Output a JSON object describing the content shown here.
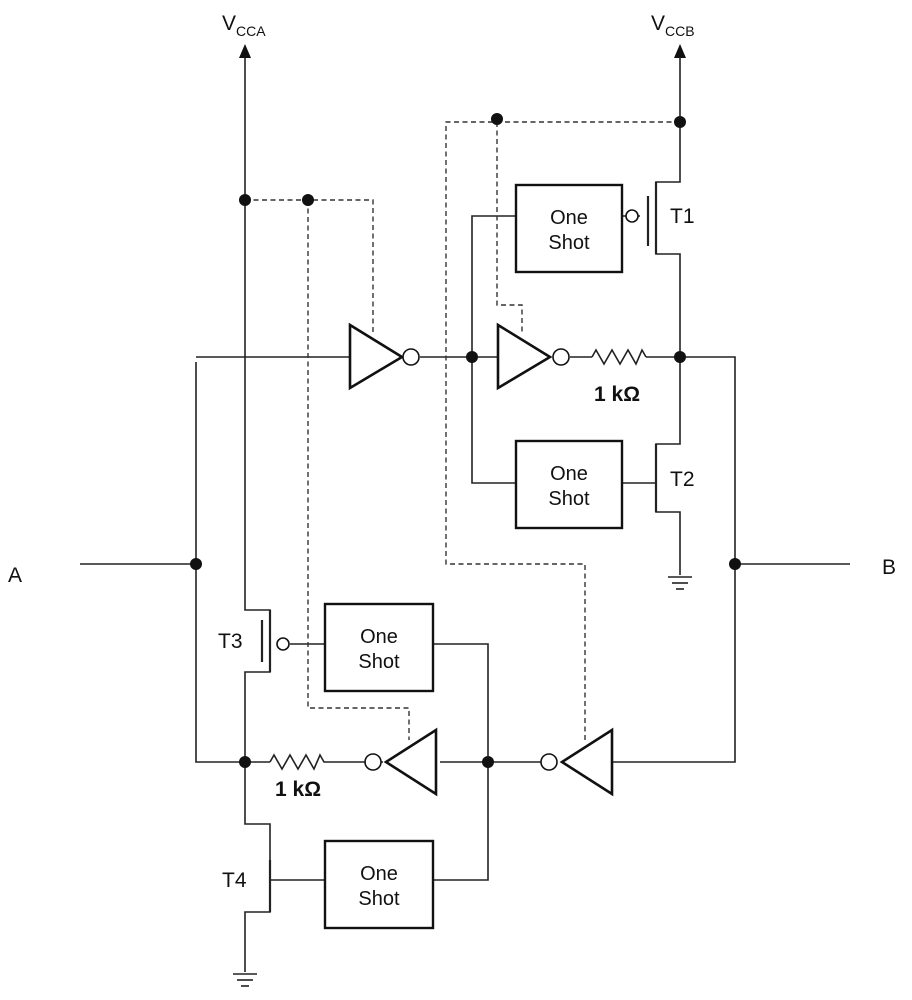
{
  "supplies": {
    "vcca": {
      "main": "V",
      "sub": "CCA"
    },
    "vccb": {
      "main": "V",
      "sub": "CCB"
    }
  },
  "ports": {
    "a": "A",
    "b": "B"
  },
  "transistors": {
    "t1": "T1",
    "t2": "T2",
    "t3": "T3",
    "t4": "T4"
  },
  "one_shot": {
    "line1": "One",
    "line2": "Shot"
  },
  "resistors": {
    "top": "1 kΩ",
    "bottom": "1 kΩ"
  }
}
